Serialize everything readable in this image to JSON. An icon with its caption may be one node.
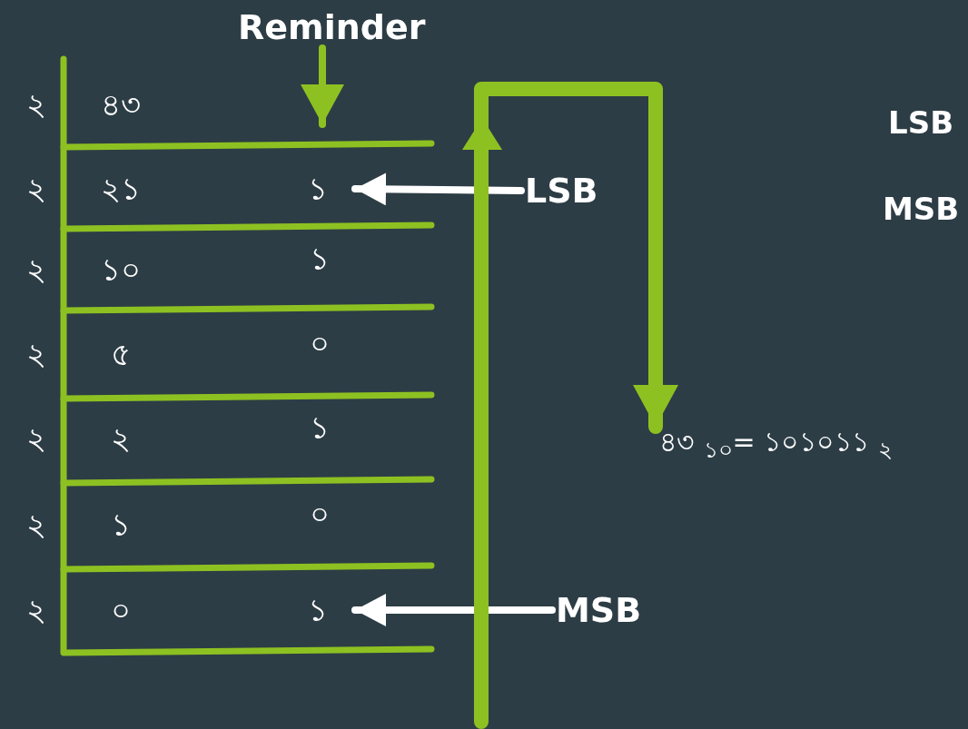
{
  "diagram": {
    "nodes": [
      {
        "text": [
          "Reminder"
        ]
      },
      {
        "text": [
          "LSB"
        ]
      },
      {
        "text": [
          "MSB"
        ]
      },
      {
        "text": [
          "১"
        ]
      },
      {
        "text": [
          "১"
        ]
      },
      {
        "text": [
          "৪৩ $_{১০}$= ১০১০১১ $_{২}$"
        ]
      }
    ],
    "edges": [
      {
        "from": 0,
        "to": 3,
        "arrow": "to",
        "color": "#8dc122"
      },
      {
        "from": 1,
        "to": 3,
        "arrow": "to",
        "color": "#ffffff"
      },
      {
        "from": 2,
        "to": 4,
        "arrow": "to",
        "color": "#ffffff"
      },
      {
        "from": null,
        "to": 5,
        "arrow": "to",
        "style": "thick",
        "color": "#8dc122"
      }
    ],
    "labels": [
      "২",
      "৪৩",
      "২",
      "২১",
      "২",
      "১০",
      "১",
      "২",
      "৫",
      "০",
      "২",
      "২",
      "১",
      "২",
      "১",
      "০",
      "২",
      "০",
      "LSB",
      "MSB"
    ]
  }
}
